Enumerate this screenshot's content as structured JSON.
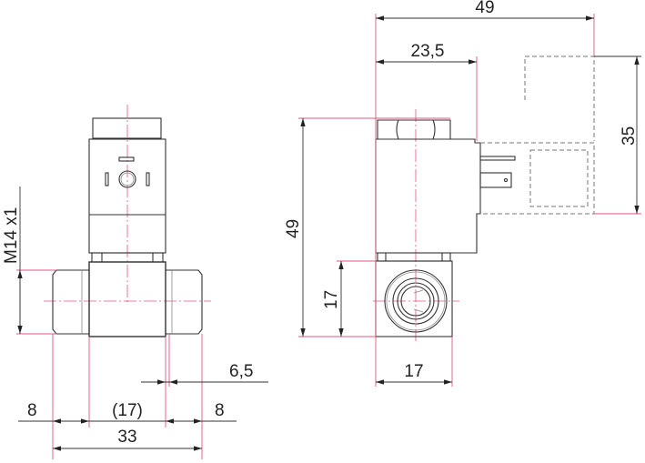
{
  "colors": {
    "outline": "#333333",
    "extension": "#e3557f"
  },
  "front_view": {
    "thread_label": "M14 x1",
    "dim_offset": "6,5",
    "dim_left_fitting": "8",
    "dim_body_ref": "(17)",
    "dim_right_fitting": "8",
    "dim_overall_width": "33"
  },
  "side_view": {
    "dim_total_width": "49",
    "dim_coil_width": "23,5",
    "dim_connector_height": "35",
    "dim_total_height": "49",
    "dim_body_height": "17",
    "dim_body_width": "17"
  }
}
